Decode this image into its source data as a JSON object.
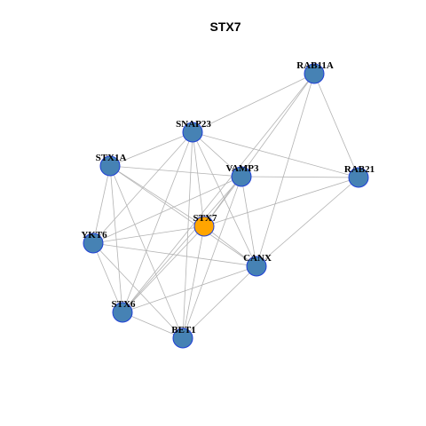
{
  "title": "STX7",
  "colors": {
    "node_default": "#4682B4",
    "node_focus": "#FFA500",
    "node_border": "#1F3FD6",
    "edge": "#B3B3B3"
  },
  "graph": {
    "nodes": [
      {
        "id": "RAB11A",
        "label": "RAB11A",
        "focus": false
      },
      {
        "id": "SNAP23",
        "label": "SNAP23",
        "focus": false
      },
      {
        "id": "STX1A",
        "label": "STX1A",
        "focus": false
      },
      {
        "id": "VAMP3",
        "label": "VAMP3",
        "focus": false
      },
      {
        "id": "RAB21",
        "label": "RAB21",
        "focus": false
      },
      {
        "id": "STX7",
        "label": "STX7",
        "focus": true
      },
      {
        "id": "YKT6",
        "label": "YKT6",
        "focus": false
      },
      {
        "id": "CANX",
        "label": "CANX",
        "focus": false
      },
      {
        "id": "STX6",
        "label": "STX6",
        "focus": false
      },
      {
        "id": "BET1",
        "label": "BET1",
        "focus": false
      }
    ],
    "edges": [
      [
        "RAB11A",
        "SNAP23"
      ],
      [
        "RAB11A",
        "RAB21"
      ],
      [
        "RAB11A",
        "STX7"
      ],
      [
        "RAB11A",
        "CANX"
      ],
      [
        "RAB11A",
        "STX6"
      ],
      [
        "SNAP23",
        "STX1A"
      ],
      [
        "SNAP23",
        "VAMP3"
      ],
      [
        "SNAP23",
        "RAB21"
      ],
      [
        "SNAP23",
        "STX7"
      ],
      [
        "SNAP23",
        "YKT6"
      ],
      [
        "SNAP23",
        "CANX"
      ],
      [
        "SNAP23",
        "STX6"
      ],
      [
        "SNAP23",
        "BET1"
      ],
      [
        "STX1A",
        "VAMP3"
      ],
      [
        "STX1A",
        "STX7"
      ],
      [
        "STX1A",
        "YKT6"
      ],
      [
        "STX1A",
        "CANX"
      ],
      [
        "STX1A",
        "STX6"
      ],
      [
        "STX1A",
        "BET1"
      ],
      [
        "VAMP3",
        "RAB21"
      ],
      [
        "VAMP3",
        "STX7"
      ],
      [
        "VAMP3",
        "YKT6"
      ],
      [
        "VAMP3",
        "CANX"
      ],
      [
        "VAMP3",
        "STX6"
      ],
      [
        "VAMP3",
        "BET1"
      ],
      [
        "RAB21",
        "STX7"
      ],
      [
        "RAB21",
        "CANX"
      ],
      [
        "STX7",
        "YKT6"
      ],
      [
        "STX7",
        "CANX"
      ],
      [
        "STX7",
        "STX6"
      ],
      [
        "STX7",
        "BET1"
      ],
      [
        "YKT6",
        "CANX"
      ],
      [
        "YKT6",
        "STX6"
      ],
      [
        "YKT6",
        "BET1"
      ],
      [
        "CANX",
        "STX6"
      ],
      [
        "CANX",
        "BET1"
      ],
      [
        "STX6",
        "BET1"
      ]
    ]
  }
}
